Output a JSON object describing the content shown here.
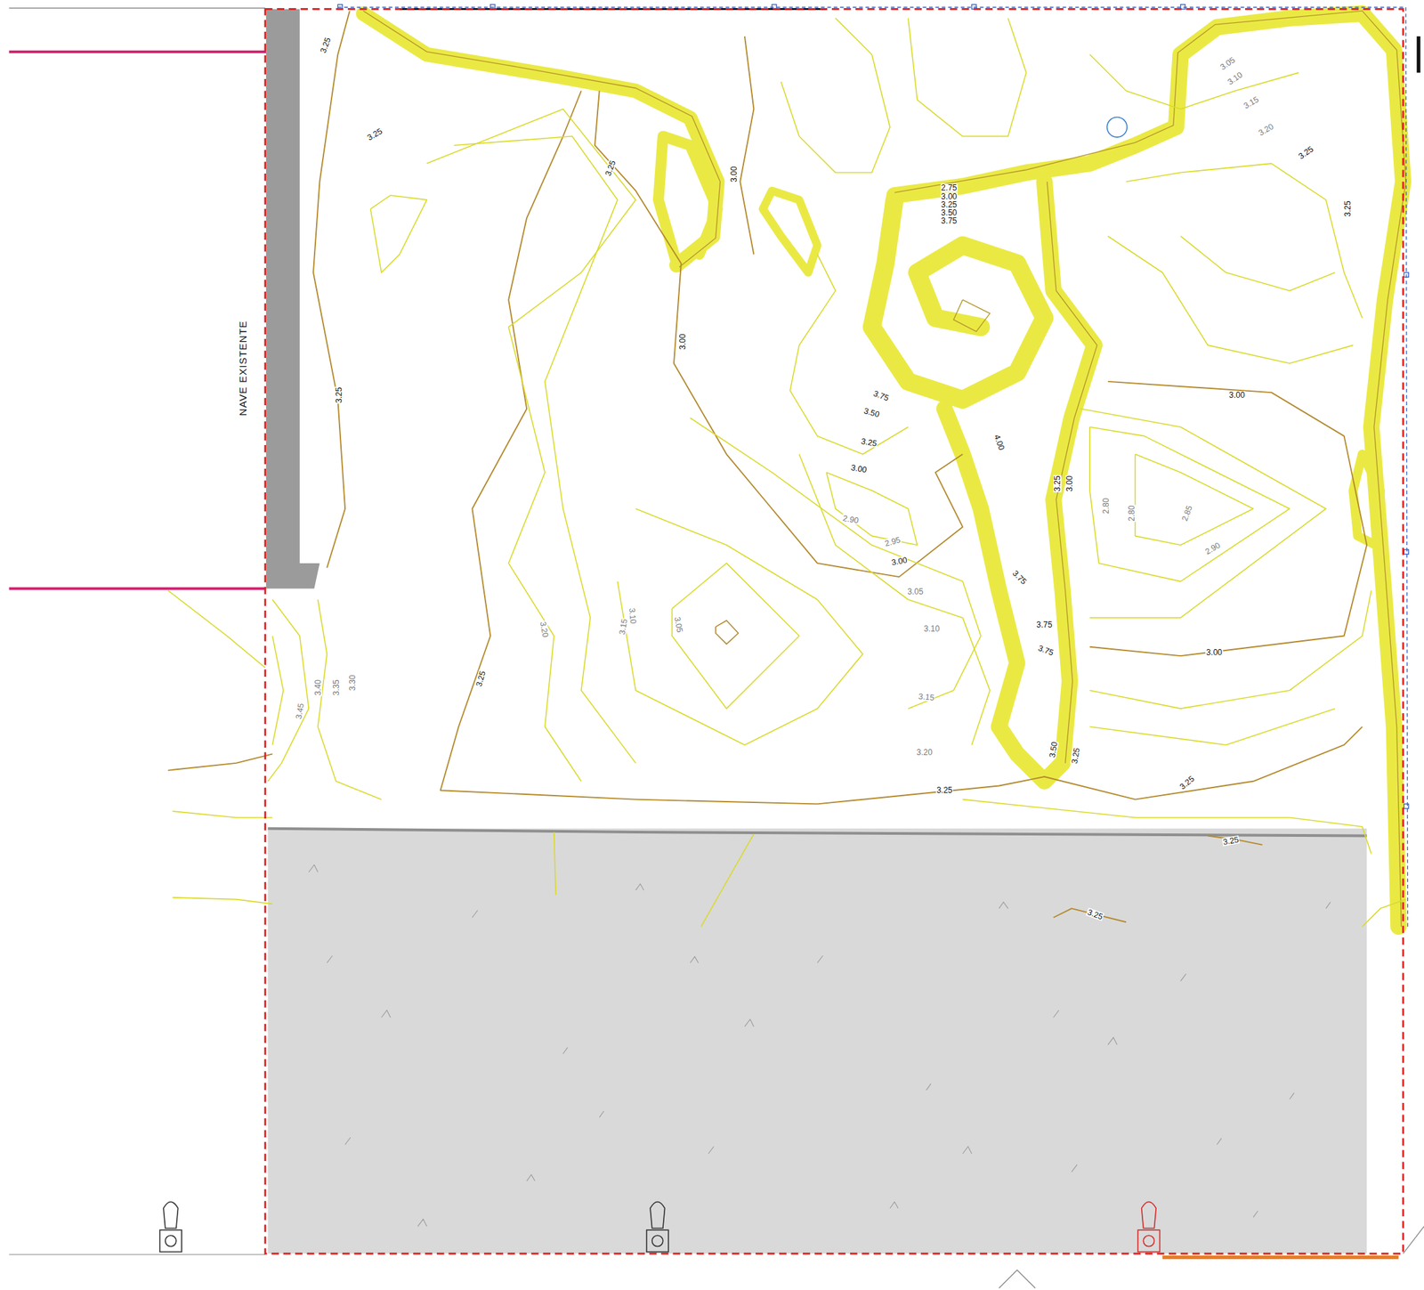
{
  "diagram": {
    "labels": [
      "3.25",
      "3.25",
      "3.25",
      "3.00",
      "2.75",
      "3.00",
      "3.25",
      "3.50",
      "3.75",
      "3.05",
      "3.10",
      "3.15",
      "3.20",
      "3.25",
      "3.25",
      "NAVE EXISTENTE",
      "3.25",
      "3.00",
      "3.75",
      "3.50",
      "3.25",
      "4.00",
      "3.00",
      "3.00",
      "3.25",
      "3.00",
      "2.80",
      "2.80",
      "2.85",
      "2.90",
      "2.90",
      "2.95",
      "3.00",
      "3.05",
      "3.10",
      "3.75",
      "3.75",
      "3.75",
      "3.00",
      "3.20",
      "3.15",
      "3.10",
      "3.05",
      "3.25",
      "3.45",
      "3.40",
      "3.35",
      "3.30",
      "3.15",
      "3.20",
      "3.50",
      "3.25",
      "3.25",
      "3.25",
      "3.25",
      "3.25"
    ]
  }
}
